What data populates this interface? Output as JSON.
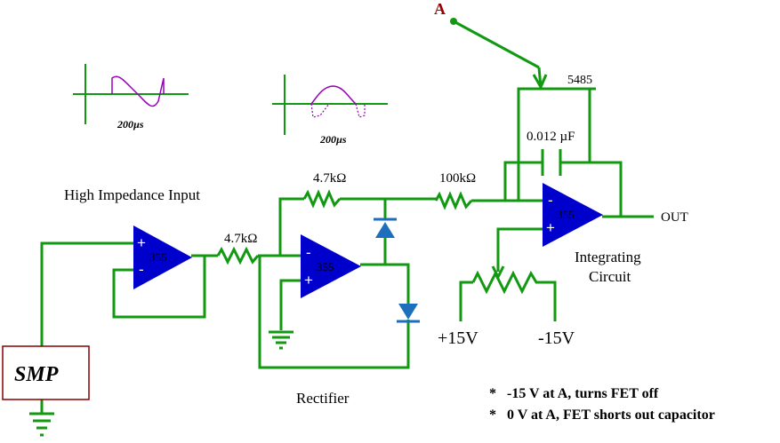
{
  "labels": {
    "point_a": "A",
    "fet": "5485",
    "capacitor": "0.012 µF",
    "r_feedback_rectifier": "4.7kΩ",
    "r_input_rectifier": "4.7kΩ",
    "r_integrator": "100kΩ",
    "high_impedance_input": "High Impedance Input",
    "rectifier": "Rectifier",
    "integrating_circuit_line1": "Integrating",
    "integrating_circuit_line2": "Circuit",
    "out": "OUT",
    "plus15": "+15V",
    "minus15": "-15V",
    "smp": "SMP",
    "waveform_period_1": "200µs",
    "waveform_period_2": "200µs"
  },
  "opamps": {
    "buffer": {
      "model": "355",
      "plus": "+",
      "minus": "-"
    },
    "rectifier": {
      "model": "355",
      "plus": "+",
      "minus": "-"
    },
    "integrator": {
      "model": "355",
      "plus": "+",
      "minus": "-"
    }
  },
  "notes": [
    {
      "bullet": "*",
      "text": "-15 V at A, turns FET off"
    },
    {
      "bullet": "*",
      "text": "0 V at A, FET shorts out capacitor"
    }
  ],
  "colors": {
    "wire": "#119911",
    "opamp": "#0000cc",
    "diode": "#1d6fbe",
    "waveform": "#9900bb",
    "point_a": "#990000",
    "smp_border": "#880000"
  }
}
